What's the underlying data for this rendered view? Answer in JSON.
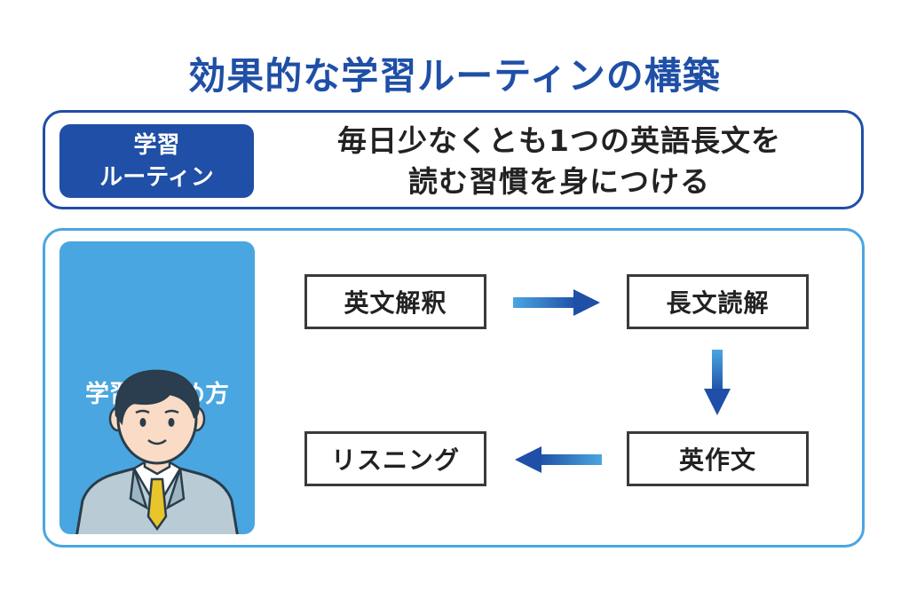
{
  "title": "効果的な学習ルーティンの構築",
  "routine": {
    "label_line1": "学習",
    "label_line2": "ルーティン",
    "text_line1": "毎日少なくとも1つの英語長文を",
    "text_line2": "読む習慣を身につける"
  },
  "method": {
    "label": "学習の進め方",
    "steps": [
      "英文解釈",
      "長文読解",
      "英作文",
      "リスニング"
    ]
  },
  "colors": {
    "primary": "#1f4fa6",
    "secondary": "#4aa6e0"
  }
}
